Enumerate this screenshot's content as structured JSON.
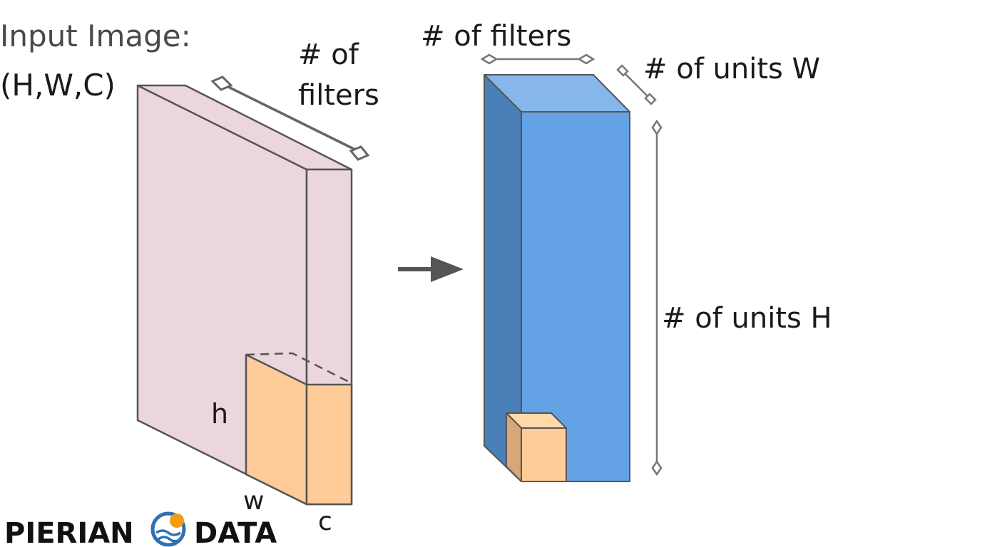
{
  "labels": {
    "input_title": "Input Image:",
    "input_shape": "(H,W,C)",
    "input_filters_line1": "# of",
    "input_filters_line2": "filters",
    "output_filters": "# of filters",
    "units_w": "# of units W",
    "units_h": "# of units H",
    "kernel_h": "h",
    "kernel_w": "w",
    "kernel_c": "c"
  },
  "logo": {
    "left_text": "PIERIAN",
    "right_text": "DATA"
  },
  "colors": {
    "input_volume": "#ecd6de",
    "kernel": "#ffcc99",
    "output_front": "#64a2e6",
    "output_side": "#4a7fb8",
    "output_top": "#86b6ea",
    "arrow": "#555555",
    "logo_orange": "#f39c12",
    "logo_blue": "#2f6fb3"
  }
}
